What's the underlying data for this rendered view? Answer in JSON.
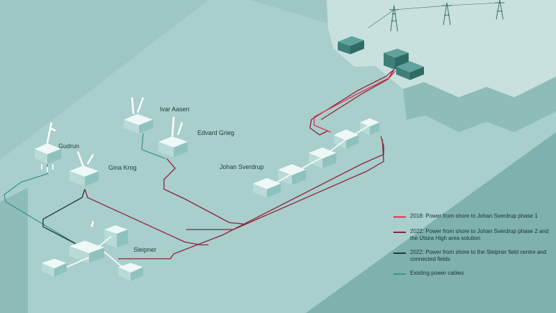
{
  "platform_labels": {
    "gudrun": "Gudrun",
    "ivar_aasen": "Ivar Aasen",
    "edvard_grieg": "Edvard Grieg",
    "gina_krog": "Gina Krog",
    "johan_sverdrup": "Johan Sverdrup",
    "sleipner": "Sleipner"
  },
  "legend": [
    {
      "text": "2018: Power from shore to Johan Sverdrup phase 1",
      "color": "#e0364f"
    },
    {
      "text": "2022: Power from shore to Johan Sverdrup phase 2 and the Utsira High area solution",
      "color": "#8e1f3a"
    },
    {
      "text": "2022: Power from shore to the Sleipner field centre and connected fields",
      "color": "#24353a"
    },
    {
      "text": "Existing power cables",
      "color": "#3b9488"
    }
  ],
  "colors": {
    "sea": "#9ec6c3",
    "seabed": "#6ea4a2",
    "land": "#c8e1de",
    "cable_2018": "#e0364f",
    "cable_2022_sverdrup": "#8e1f3a",
    "cable_2022_sleipner": "#24353a",
    "cable_existing": "#3b9488"
  }
}
